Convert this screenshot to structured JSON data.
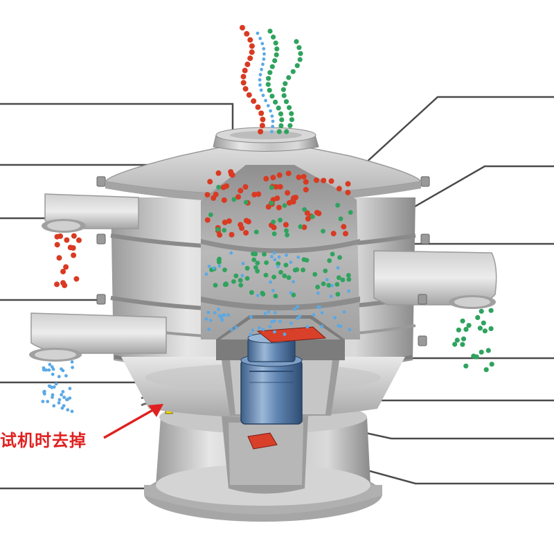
{
  "diagram": {
    "annotation": {
      "text": "试机时去掉"
    },
    "colors": {
      "coarse_particle": "#d93a22",
      "medium_particle": "#2fa35e",
      "fine_particle": "#5aa9e6",
      "annotation_text": "#e02020",
      "annotation_arrow": "#e02020",
      "shipping_bracket": "#f2d600",
      "motor_body": "#4f78a8",
      "eccentric_weight": "#d8402a",
      "steel_light": "#dcdcdc",
      "steel_mid": "#b8b8b8",
      "steel_dark": "#8e8e8e",
      "leader_line": "#4a4a4a"
    },
    "particle_streams": [
      "coarse",
      "medium",
      "fine"
    ]
  }
}
